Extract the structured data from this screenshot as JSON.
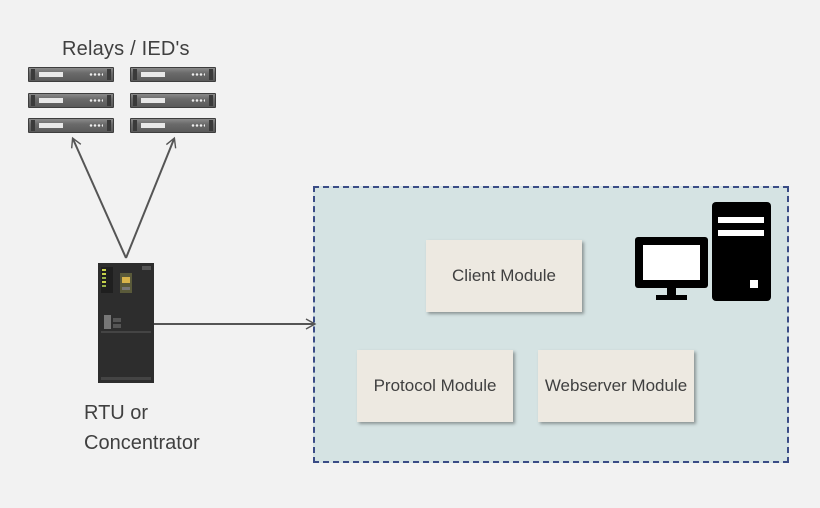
{
  "labels": {
    "relays": "Relays / IED's",
    "rtu_line1": "RTU or",
    "rtu_line2": "Concentrator"
  },
  "modules": {
    "client": "Client Module",
    "protocol": "Protocol Module",
    "webserver": "Webserver Module"
  },
  "icons": {
    "relays": "rack-server-icon",
    "rtu": "rtu-device-icon",
    "computer": "desktop-computer-icon"
  },
  "colors": {
    "background": "#f2f2f2",
    "site_fill": "#d5e3e3",
    "site_border": "#3a4c86",
    "module_fill": "#ede9e1",
    "connector": "#555555"
  }
}
